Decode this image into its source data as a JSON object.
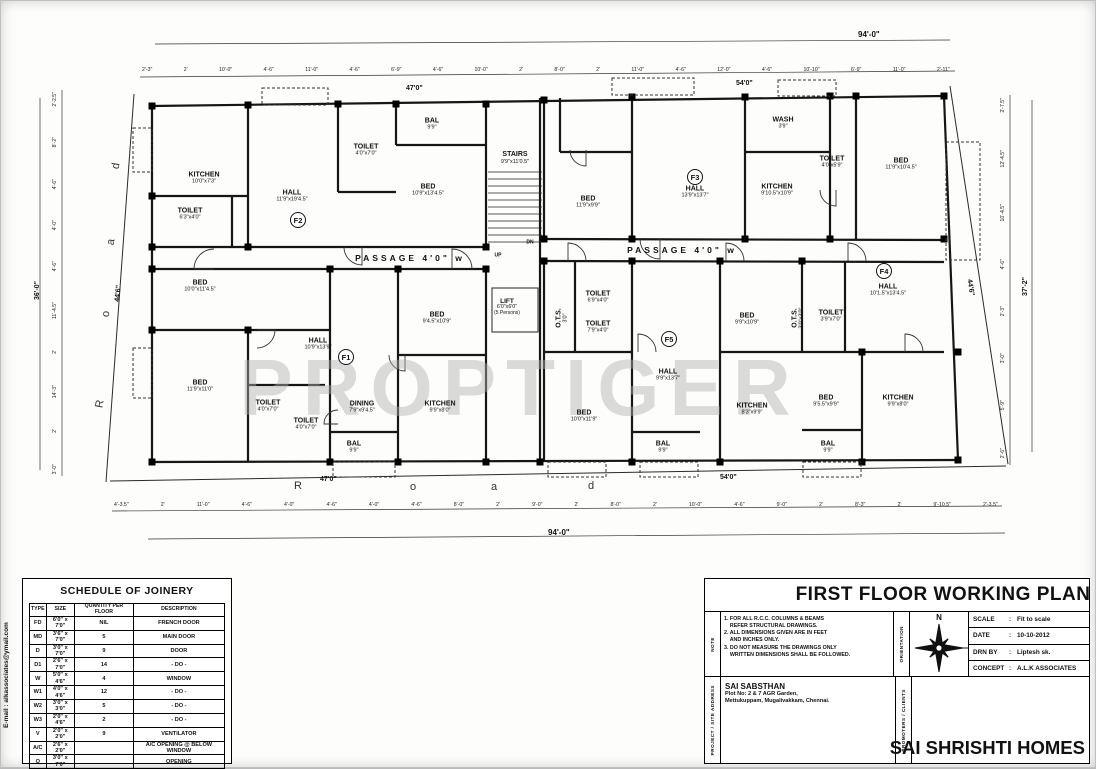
{
  "watermark": "PROPTIGER",
  "email_sidebar": "E-mail : alkassociates@ymail.com",
  "plan": {
    "dims": {
      "top_total": "94'-0\"",
      "bottom_total": "94'-0\"",
      "left_total": "36'-0\"",
      "right_total": "37'-2\"",
      "left_block_top": "47'0\"",
      "right_block_top": "54'0\"",
      "left_block_bottom": "47'0\"",
      "right_block_bottom": "54'0\"",
      "diag_left": "44'6\"",
      "diag_right": "44'6\"",
      "top_chain": [
        "2'-3\"",
        "2'",
        "10'-0\"",
        "4'-6\"",
        "11'-0\"",
        "4'-6\"",
        "6'-9\"",
        "4'-6\"",
        "10'-0\"",
        "2'",
        "8'-0\"",
        "2'",
        "11'-0\"",
        "4'-6\"",
        "12'-0\"",
        "4'-6\"",
        "10'-10\"",
        "6'-9\"",
        "11'-0\"",
        "2'-11\""
      ],
      "bottom_chain": [
        "4'-3.5\"",
        "2'",
        "11'-0\"",
        "4'-6\"",
        "4'-0\"",
        "4'-6\"",
        "4'-0\"",
        "4'-6\"",
        "8'-0\"",
        "2'",
        "9'-0\"",
        "2'",
        "8'-0\"",
        "2'",
        "10'-0\"",
        "4'-6\"",
        "9'-0\"",
        "2'",
        "8'-3\"",
        "2'",
        "9'-10.5\"",
        "2'-3.5\""
      ],
      "left_chain": [
        "2'-2.5\"",
        "8'-2\"",
        "4'-6\"",
        "4'-0\"",
        "4'-6\"",
        "11'-4.5\"",
        "2'",
        "14'-3\"",
        "2'",
        "3'-0\""
      ],
      "right_chain": [
        "2'-7.5\"",
        "12'-4.5\"",
        "10'-4.5\"",
        "4'-6\"",
        "2'-3\"",
        "3'-0\"",
        "5'-9\"",
        "2'-6\""
      ]
    },
    "road_bottom": [
      "R",
      "o",
      "a",
      "d"
    ],
    "road_left": [
      "d",
      "a",
      "o",
      "R"
    ],
    "rooms": [
      {
        "name": "KITCHEN",
        "size": "10'0\"x7'3\""
      },
      {
        "name": "TOILET",
        "size": "6'3\"x4'0\""
      },
      {
        "name": "HALL",
        "size": "11'9\"x19'4.5\""
      },
      {
        "name": "TOILET",
        "size": "4'0\"x7'0\""
      },
      {
        "name": "BAL",
        "size": "9'9\""
      },
      {
        "name": "BED",
        "size": "10'9\"x13'4.5\""
      },
      {
        "name": "BED",
        "size": "10'0\"x11'4.5\""
      },
      {
        "name": "BED",
        "size": "11'9\"x11'0\""
      },
      {
        "name": "HALL",
        "size": "10'9\"x13'9\""
      },
      {
        "name": "TOILET",
        "size": "4'0\"x7'0\""
      },
      {
        "name": "TOILET",
        "size": "4'0\"x7'0\""
      },
      {
        "name": "DINING",
        "size": "7'9\"x9'4.5\""
      },
      {
        "name": "BAL",
        "size": "9'9\""
      },
      {
        "name": "KITCHEN",
        "size": "9'9\"x8'0\""
      },
      {
        "name": "BED",
        "size": "9'4.5\"x10'9\""
      },
      {
        "name": "O.T.S.",
        "size": "3'0\""
      },
      {
        "name": "TOILET",
        "size": "6'9\"x4'0\""
      },
      {
        "name": "TOILET",
        "size": "7'9\"x4'0\""
      },
      {
        "name": "BED",
        "size": "11'9\"x9'9\""
      },
      {
        "name": "HALL",
        "size": "13'9\"x13'7\""
      },
      {
        "name": "WASH",
        "size": "3'9\""
      },
      {
        "name": "KITCHEN",
        "size": "9'10.5\"x10'9\""
      },
      {
        "name": "TOILET",
        "size": "4'0\"x5'9\""
      },
      {
        "name": "BED",
        "size": "11'9\"x10'4.5\""
      },
      {
        "name": "BED",
        "size": "10'0\"x11'9\""
      },
      {
        "name": "HALL",
        "size": "9'9\"x13'7\""
      },
      {
        "name": "BED",
        "size": "9'9\"x10'9\""
      },
      {
        "name": "O.T.S.",
        "size": "3'0\"x3'0\""
      },
      {
        "name": "TOILET",
        "size": "3'9\"x7'0\""
      },
      {
        "name": "KITCHEN",
        "size": "8'3\"x9'9\""
      },
      {
        "name": "BED",
        "size": "9'5.5\"x9'9\""
      },
      {
        "name": "BAL",
        "size": "9'9\""
      },
      {
        "name": "BAL",
        "size": "9'9\""
      },
      {
        "name": "HALL",
        "size": "10'1.5\"x13'4.5\""
      },
      {
        "name": "KITCHEN",
        "size": "9'9\"x8'0\""
      }
    ],
    "units": [
      "F1",
      "F2",
      "F3",
      "F4",
      "F5"
    ],
    "passage_left": "PASSAGE 4'0\" w",
    "passage_right": "PASSAGE 4'0\" w",
    "stairs": {
      "name": "STAIRS",
      "size": "9'9\"x11'0.5\""
    },
    "lift": {
      "name": "LIFT",
      "size": "6'0\"x6'0\"",
      "capacity": "(5 Persons)"
    },
    "up": "UP",
    "dn": "DN"
  },
  "schedule": {
    "title": "SCHEDULE OF JOINERY",
    "columns": [
      "TYPE",
      "SIZE",
      "QUANTITY PER FLOOR",
      "DESCRIPTION"
    ],
    "rows": [
      [
        "FD",
        "6'0\" x 7'0\"",
        "NIL",
        "FRENCH DOOR"
      ],
      [
        "MD",
        "3'6\" x 7'0\"",
        "5",
        "MAIN DOOR"
      ],
      [
        "D",
        "3'0\" x 7'0\"",
        "9",
        "DOOR"
      ],
      [
        "D1",
        "2'6\" x 7'0\"",
        "14",
        "- DO -"
      ],
      [
        "W",
        "5'0\" x 4'6\"",
        "4",
        "WINDOW"
      ],
      [
        "W1",
        "4'0\" x 4'6\"",
        "12",
        "- DO -"
      ],
      [
        "W2",
        "3'0\" x 3'0\"",
        "5",
        "- DO -"
      ],
      [
        "W3",
        "2'0\" x 4'6\"",
        "2",
        "- DO -"
      ],
      [
        "V",
        "2'0\" x 2'0\"",
        "9",
        "VENTILATOR"
      ],
      [
        "A/C",
        "2'6\" x 2'0\"",
        "",
        "A/C OPENING @ BELOW WINDOW"
      ],
      [
        "O",
        "3'0\" x 7'0\"",
        "",
        "OPENING"
      ]
    ]
  },
  "titleblock": {
    "title": "FIRST FLOOR WORKING PLAN",
    "note_label": "NOTE",
    "notes": [
      "1. FOR ALL R.C.C. COLUMNS & BEAMS",
      "    REFER STRUCTURAL DRAWINGS.",
      "2. ALL DIMENSIONS GIVEN ARE IN FEET",
      "    AND INCHES ONLY.",
      "3. DO NOT MEASURE THE DRAWINGS ONLY",
      "    WRITTEN DIMENSIONS SHALL BE FOLLOWED."
    ],
    "orientation_label": "ORIENTATION",
    "north": "N",
    "info": [
      {
        "label": "SCALE",
        "value": "Fit to scale"
      },
      {
        "label": "DATE",
        "value": "10-10-2012"
      },
      {
        "label": "DRN BY",
        "value": "Liptesh sk."
      },
      {
        "label": "CONCEPT",
        "value": "A.L.K ASSOCIATES"
      }
    ],
    "project_label": "PROJECT / SITE ADDRESS",
    "project_name": "SAI SABSTHAN",
    "project_address1": "Plot No: 2 & 7 AGR Garden,",
    "project_address2": "Mettukuppam, Mugalivakkam, Chennai.",
    "clients_label": "PROMOTERS / CLIENTS",
    "company": "SAI SHRISHTI HOMES"
  }
}
